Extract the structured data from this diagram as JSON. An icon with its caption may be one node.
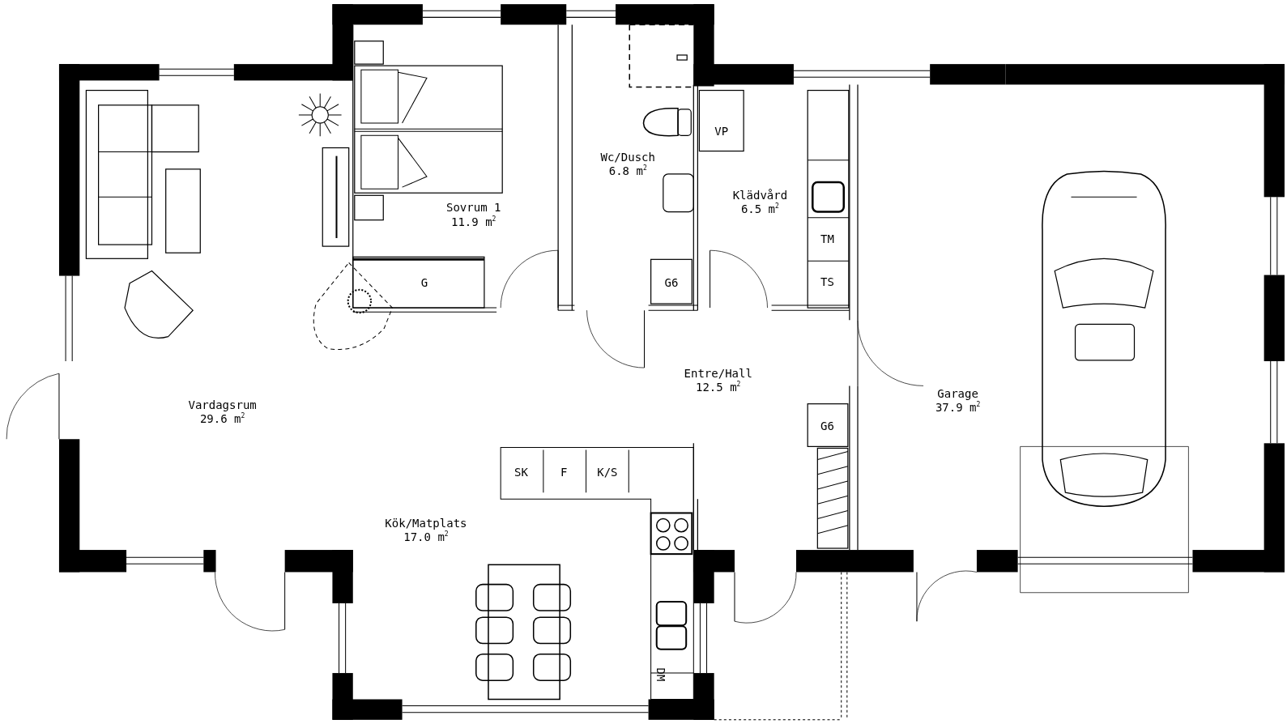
{
  "diagram": {
    "labels": [
      "Sovrum 1",
      "11.9 m$^{2}$",
      "Wc/Dusch",
      "6.8 m$^{2}$",
      "VP",
      "Klädvård",
      "6.5 m$^{2}$",
      "TM",
      "G",
      "G6",
      "TS",
      "Entre/Hall",
      "12.5 m$^{2}$",
      "Garage",
      "Vardagsrum",
      "37.9 m$^{2}$",
      "29.6 m$^{2}$",
      "G6",
      "SK",
      "F",
      "K/S",
      "Kök/Matplats",
      "17.0 m$^{2}$",
      "DM"
    ]
  }
}
